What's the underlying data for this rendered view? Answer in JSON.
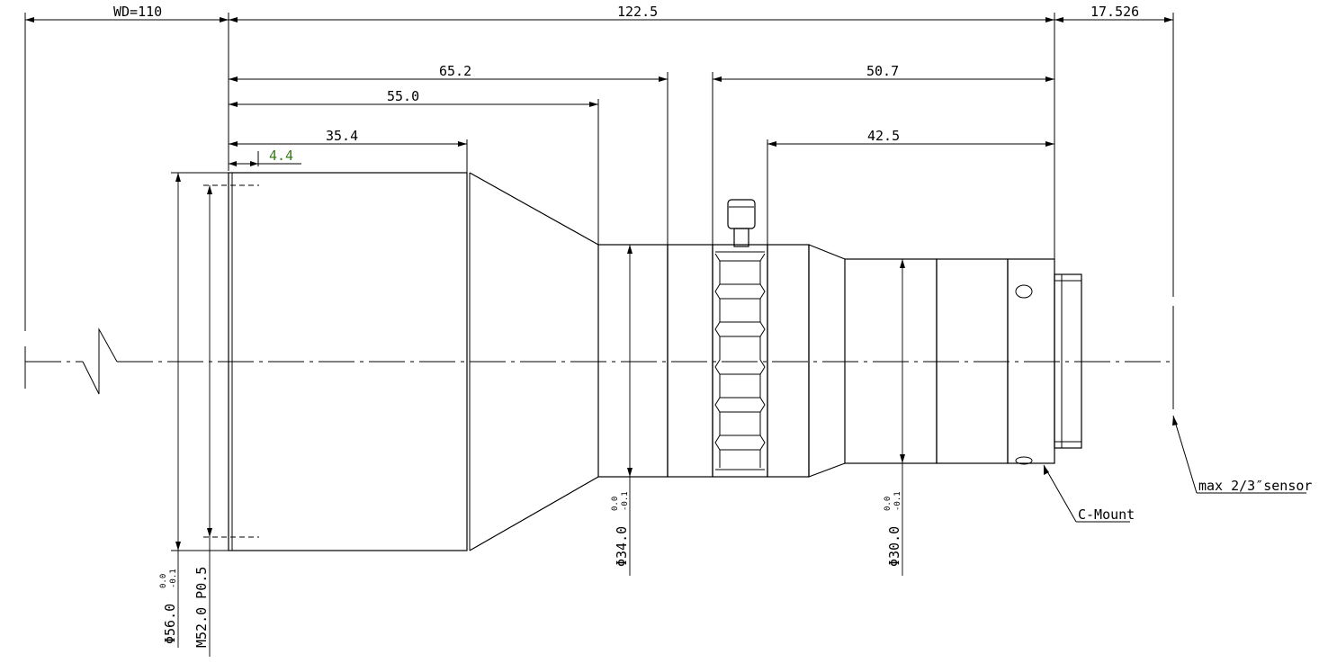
{
  "dimensions": {
    "wd": "WD=110",
    "total_length": "122.5",
    "flange": "17.526",
    "d65": "65.2",
    "d55": "55.0",
    "d35": "35.4",
    "d44": "4.4",
    "d507": "50.7",
    "d425": "42.5",
    "dia56": "Φ56.0",
    "m52": "M52.0 P0.5",
    "dia34": "Φ34.0",
    "dia30": "Φ30.0",
    "tol_upper": "0.0",
    "tol_lower": "-0.1"
  },
  "labels": {
    "c_mount": "C-Mount",
    "sensor": "max 2/3″sensor"
  },
  "colors": {
    "line": "#000000",
    "highlight_dimension": "#3a7a1a"
  }
}
